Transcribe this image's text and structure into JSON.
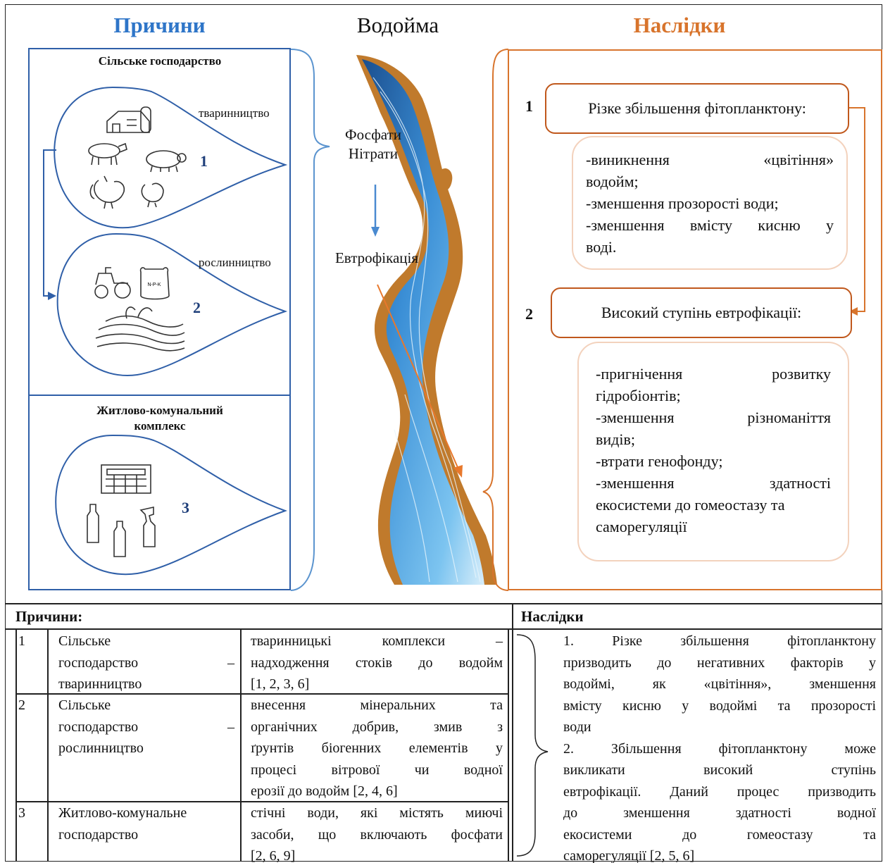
{
  "diagram": {
    "causes_title": "Причини",
    "water_title": "Водойма",
    "effects_title": "Наслідки",
    "agriculture_heading": "Сільське господарство",
    "livestock_label": "тваринництво",
    "crops_label": "рослинництво",
    "housing_heading_line1": "Житлово-комунальний",
    "housing_heading_line2": "комплекс",
    "num1": "1",
    "num2": "2",
    "num3": "3",
    "nutrients_line1": "Фосфати",
    "nutrients_line2": "Нітрати",
    "eutrophication": "Евтрофікація",
    "fertilizer_bag": "N-P-K",
    "effect1_num": "1",
    "effect1_title": "Різке збільшення фітопланктону:",
    "effect1_items": [
      "-виникнення «цвітіння»",
      "водойм;",
      "-зменшення прозорості води;",
      "-зменшення вмісту кисню у",
      "воді."
    ],
    "effect2_num": "2",
    "effect2_title": "Високий ступінь евтрофікації:",
    "effect2_items": [
      "-пригнічення розвитку",
      "гідробіонтів;",
      "-зменшення різноманіття",
      "видів;",
      "-втрати генофонду;",
      "-зменшення здатності",
      "екосистеми до гомеостазу та",
      "саморегуляції"
    ]
  },
  "table": {
    "causes_header": "Причини:",
    "effects_header": "Наслідки",
    "rows": [
      {
        "num": "1",
        "source": [
          "Сільське",
          "господарство –",
          "тваринництво"
        ],
        "desc": [
          "тваринницькі комплекси –",
          "надходження стоків до водойм",
          "[1, 2, 3, 6]"
        ]
      },
      {
        "num": "2",
        "source": [
          "Сільське",
          "господарство –",
          "рослинництво"
        ],
        "desc": [
          "внесення мінеральних та",
          "органічних добрив, змив з",
          "ґрунтів біогенних елементів у",
          "процесі вітрової чи водної",
          "ерозії до водойм [2, 4, 6]"
        ]
      },
      {
        "num": "3",
        "source": [
          "Житлово-комунальне",
          "господарство"
        ],
        "desc": [
          "стічні води, які містять миючі",
          "засоби, що включають фосфати",
          "[2, 6, 9]"
        ]
      }
    ],
    "effects_text": [
      "1. Різке збільшення фітопланктону",
      "призводить до негативних факторів у",
      "водоймі, як «цвітіння», зменшення",
      "вмісту кисню у водоймі та прозорості",
      "води",
      "2. Збільшення фітопланктону може",
      "викликати високий ступінь",
      "евтрофікації. Даний процес призводить",
      "до зменшення здатності водної",
      "екосистеми до гомеостазу та",
      "саморегуляції [2, 5, 6]"
    ]
  },
  "colors": {
    "blue": "#2f5fa8",
    "title_blue": "#2e75c8",
    "orange": "#d8742c",
    "river_brown": "#c07a2c"
  }
}
